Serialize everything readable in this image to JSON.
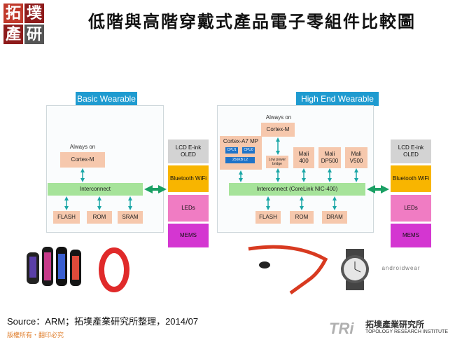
{
  "logo": {
    "chars": [
      "拓",
      "墣",
      "產",
      "研"
    ]
  },
  "title": "低階與高階穿戴式產品電子零組件比較圖",
  "basic": {
    "header": "Basic Wearable",
    "always_on": "Always on",
    "cortex": "Cortex-M",
    "interconnect": "Interconnect",
    "mem": [
      "FLASH",
      "ROM",
      "SRAM"
    ]
  },
  "high": {
    "header": "High End Wearable",
    "always_on": "Always on",
    "cortex_m": "Cortex-M",
    "cortex_a7": "Cortex-A7 MP",
    "cpu1": "CPU1",
    "cpu0": "CPU0",
    "l2": "256KB L2",
    "low_power": "Low power bridge",
    "mali": [
      "Mali 400",
      "Mali DP500",
      "Mali V500"
    ],
    "interconnect": "Interconnect (CoreLink NIC-400)",
    "mem": [
      "FLASH",
      "ROM",
      "DRAM"
    ]
  },
  "peripherals": {
    "display": "LCD E-ink OLED",
    "wireless": "Bluetooth WiFi",
    "leds": "LEDs",
    "mems": "MEMS"
  },
  "android_wear": "androidwear",
  "source": "Source：ARM；拓墣產業研究所整理，2014/07",
  "footer": "版權所有・翻印必究",
  "tri_brand": {
    "mark": "TRi",
    "cn": "拓墣產業研究所",
    "en": "TOPOLOGY RESEARCH INSTITUTE"
  },
  "colors": {
    "header": "#1f9bd0",
    "box": "#f6c8ad",
    "bar": "#a6e39a",
    "display": "#d3d3d3",
    "wireless": "#f8b500",
    "leds": "#f07cc3",
    "mems": "#d436d1",
    "arrow": "#1aa6a6",
    "cpu": "#1f73c8"
  }
}
